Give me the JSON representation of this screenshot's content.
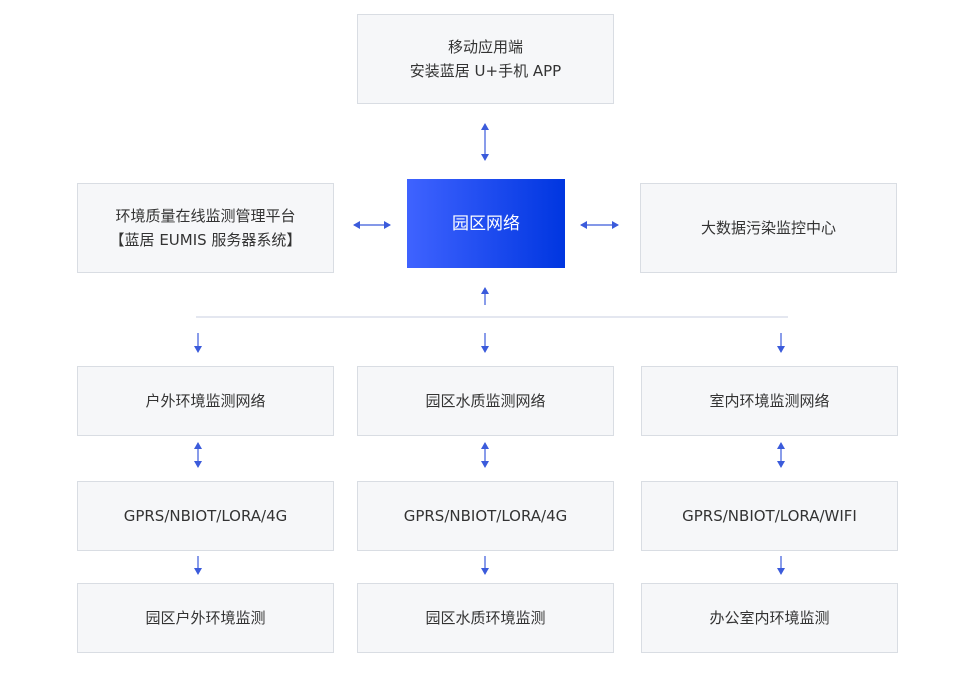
{
  "diagram": {
    "accent_color": "#3b5bdb",
    "mobile": {
      "line1": "移动应用端",
      "line2": "安装蓝居 U+手机 APP"
    },
    "platform": {
      "line1": "环境质量在线监测管理平台",
      "line2": "【蓝居 EUMIS 服务器系统】"
    },
    "hub": {
      "label": "园区网络"
    },
    "bigdata": {
      "label": "大数据污染监控中心"
    },
    "columns": [
      {
        "network": "户外环境监测网络",
        "protocol": "GPRS/NBIOT/LORA/4G",
        "monitor": "园区户外环境监测"
      },
      {
        "network": "园区水质监测网络",
        "protocol": "GPRS/NBIOT/LORA/4G",
        "monitor": "园区水质环境监测"
      },
      {
        "network": "室内环境监测网络",
        "protocol": "GPRS/NBIOT/LORA/WIFI",
        "monitor": "办公室内环境监测"
      }
    ]
  }
}
